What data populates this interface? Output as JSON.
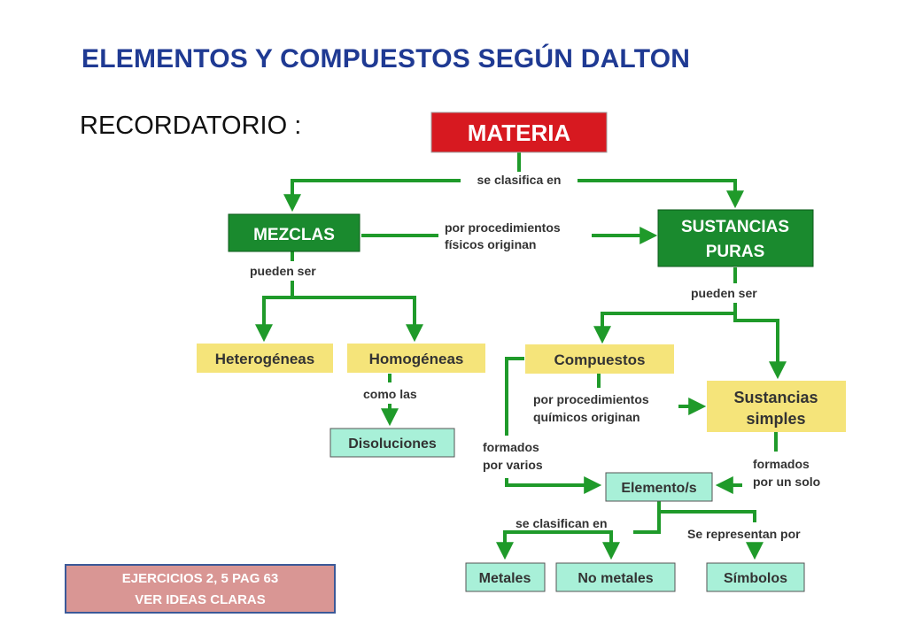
{
  "slide": {
    "title": "ELEMENTOS Y COMPUESTOS SEGÚN DALTON",
    "subtitle": "RECORDATORIO :"
  },
  "diagram": {
    "nodes": {
      "materia": "MATERIA",
      "mezclas": "MEZCLAS",
      "sustancias_puras_1": "SUSTANCIAS",
      "sustancias_puras_2": "PURAS",
      "heterogeneas": "Heterogéneas",
      "homogeneas": "Homogéneas",
      "disoluciones": "Disoluciones",
      "compuestos": "Compuestos",
      "sustancias_simples_1": "Sustancias",
      "sustancias_simples_2": "simples",
      "elementos": "Elemento/s",
      "metales": "Metales",
      "no_metales": "No metales",
      "simbolos": "Símbolos"
    },
    "connectors": {
      "se_clasifica_en": "se clasifica en",
      "por_proc_fisicos_1": "por procedimientos",
      "por_proc_fisicos_2": "físicos originan",
      "pueden_ser_mezclas": "pueden ser",
      "pueden_ser_puras": "pueden ser",
      "como_las": "como las",
      "por_proc_quimicos_1": "por procedimientos",
      "por_proc_quimicos_2": "químicos originan",
      "formados_por_varios_1": "formados",
      "formados_por_varios_2": "por varios",
      "formados_por_un_solo_1": "formados",
      "formados_por_un_solo_2": "por un solo",
      "se_clasifican_en": "se clasifican en",
      "se_representan_por": "Se representan por"
    },
    "colors": {
      "materia": "#d71920",
      "green_box": "#1a8a2e",
      "yellow_box": "#f5e47a",
      "cyan_box": "#a8f0d8",
      "arrow": "#1f9a2a"
    }
  },
  "exercise_box": {
    "line1": "EJERCICIOS 2, 5 PAG 63",
    "line2": "VER IDEAS CLARAS"
  }
}
